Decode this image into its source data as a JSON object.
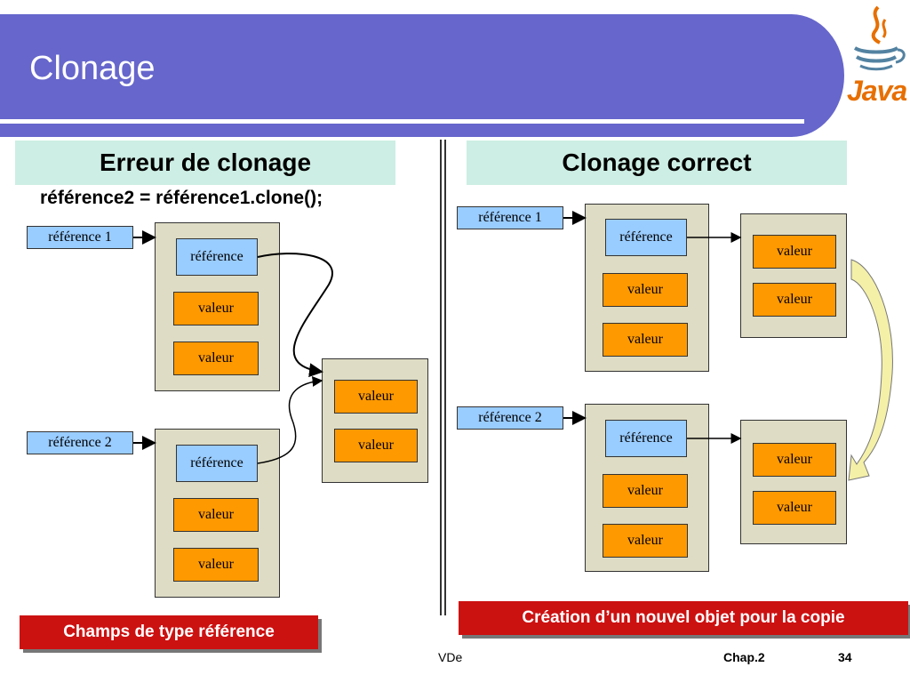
{
  "slide": {
    "title": "Clonage",
    "logo_text": "Java"
  },
  "left": {
    "heading": "Erreur de clonage",
    "code": "référence2 = référence1.clone();",
    "ref1_label": "référence 1",
    "ref2_label": "référence 2",
    "obj1": {
      "field_ref": "référence",
      "field_val1": "valeur",
      "field_val2": "valeur"
    },
    "obj2": {
      "field_ref": "référence",
      "field_val1": "valeur",
      "field_val2": "valeur"
    },
    "shared": {
      "val1": "valeur",
      "val2": "valeur"
    },
    "caption": "Champs de type référence"
  },
  "right": {
    "heading": "Clonage correct",
    "ref1_label": "référence 1",
    "ref2_label": "référence 2",
    "obj1": {
      "field_ref": "référence",
      "field_val1": "valeur",
      "field_val2": "valeur"
    },
    "obj2": {
      "field_ref": "référence",
      "field_val1": "valeur",
      "field_val2": "valeur"
    },
    "target1": {
      "val1": "valeur",
      "val2": "valeur"
    },
    "target2": {
      "val1": "valeur",
      "val2": "valeur"
    },
    "caption": "Création d’un nouvel objet pour la copie"
  },
  "footer": {
    "author": "VDe",
    "chapter": "Chap.2",
    "page": "34"
  },
  "colors": {
    "banner": "#6666cc",
    "heading_bg": "#cdeee4",
    "reference_box": "#99ccff",
    "value_box": "#ff9900",
    "frame": "#dedcc4",
    "caption": "#cc1111",
    "copy_arrow": "#f4f0a8"
  }
}
